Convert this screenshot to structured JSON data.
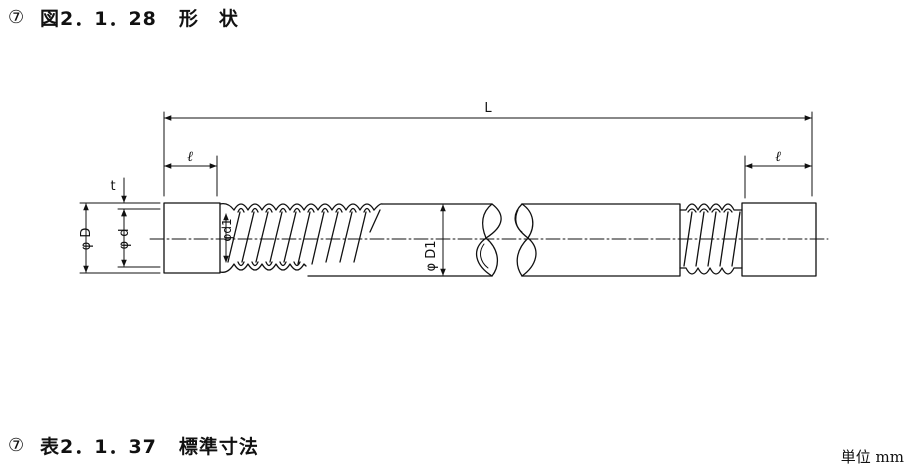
{
  "figure": {
    "marker": "⑦",
    "number": "図2．1．28",
    "title": "形　状"
  },
  "table": {
    "marker": "⑦",
    "number": "表2．1．37",
    "title": "標準寸法"
  },
  "unit": "単位 mm",
  "dimensions": {
    "overall_length": "L",
    "end_length_left": "ℓ",
    "end_length_right": "ℓ",
    "wall_thickness": "t",
    "outer_diameter": "φ D",
    "inner_diameter": "φ d",
    "corrugation_inner_diameter": "φd1",
    "body_diameter": "φ D1"
  },
  "colors": {
    "line": "#111111",
    "background": "#ffffff"
  }
}
